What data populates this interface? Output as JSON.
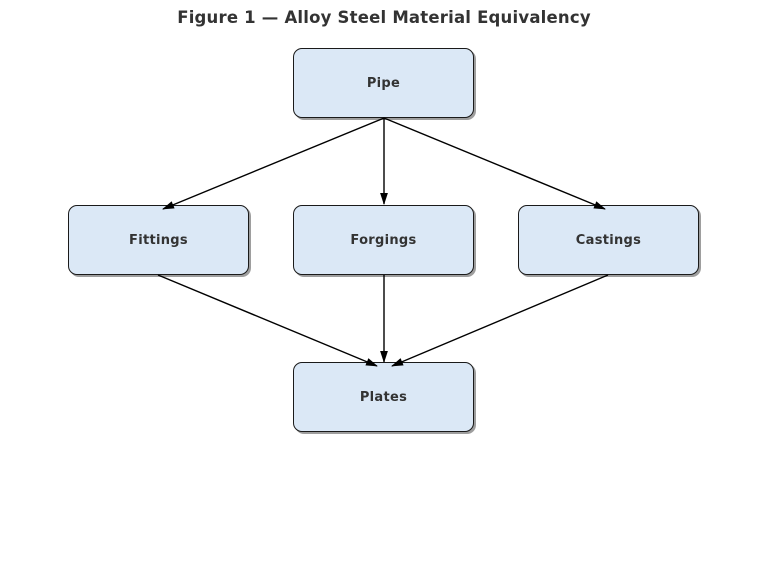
{
  "figure": {
    "title": "Figure 1 — Alloy Steel Material Equivalency"
  },
  "diagram": {
    "type": "flowchart",
    "nodes": [
      {
        "id": "pipe",
        "label": "Pipe"
      },
      {
        "id": "fittings",
        "label": "Fittings"
      },
      {
        "id": "forgings",
        "label": "Forgings"
      },
      {
        "id": "castings",
        "label": "Castings"
      },
      {
        "id": "plates",
        "label": "Plates"
      }
    ],
    "edges": [
      {
        "from": "pipe",
        "to": "fittings"
      },
      {
        "from": "pipe",
        "to": "forgings"
      },
      {
        "from": "pipe",
        "to": "castings"
      },
      {
        "from": "fittings",
        "to": "plates"
      },
      {
        "from": "forgings",
        "to": "plates"
      },
      {
        "from": "castings",
        "to": "plates"
      }
    ],
    "colors": {
      "node_fill": "#dbe8f6",
      "node_border": "#1a1a1a",
      "node_shadow": "#9e9e9e",
      "arrow": "#000000",
      "text": "#333333",
      "background": "#ffffff"
    }
  }
}
